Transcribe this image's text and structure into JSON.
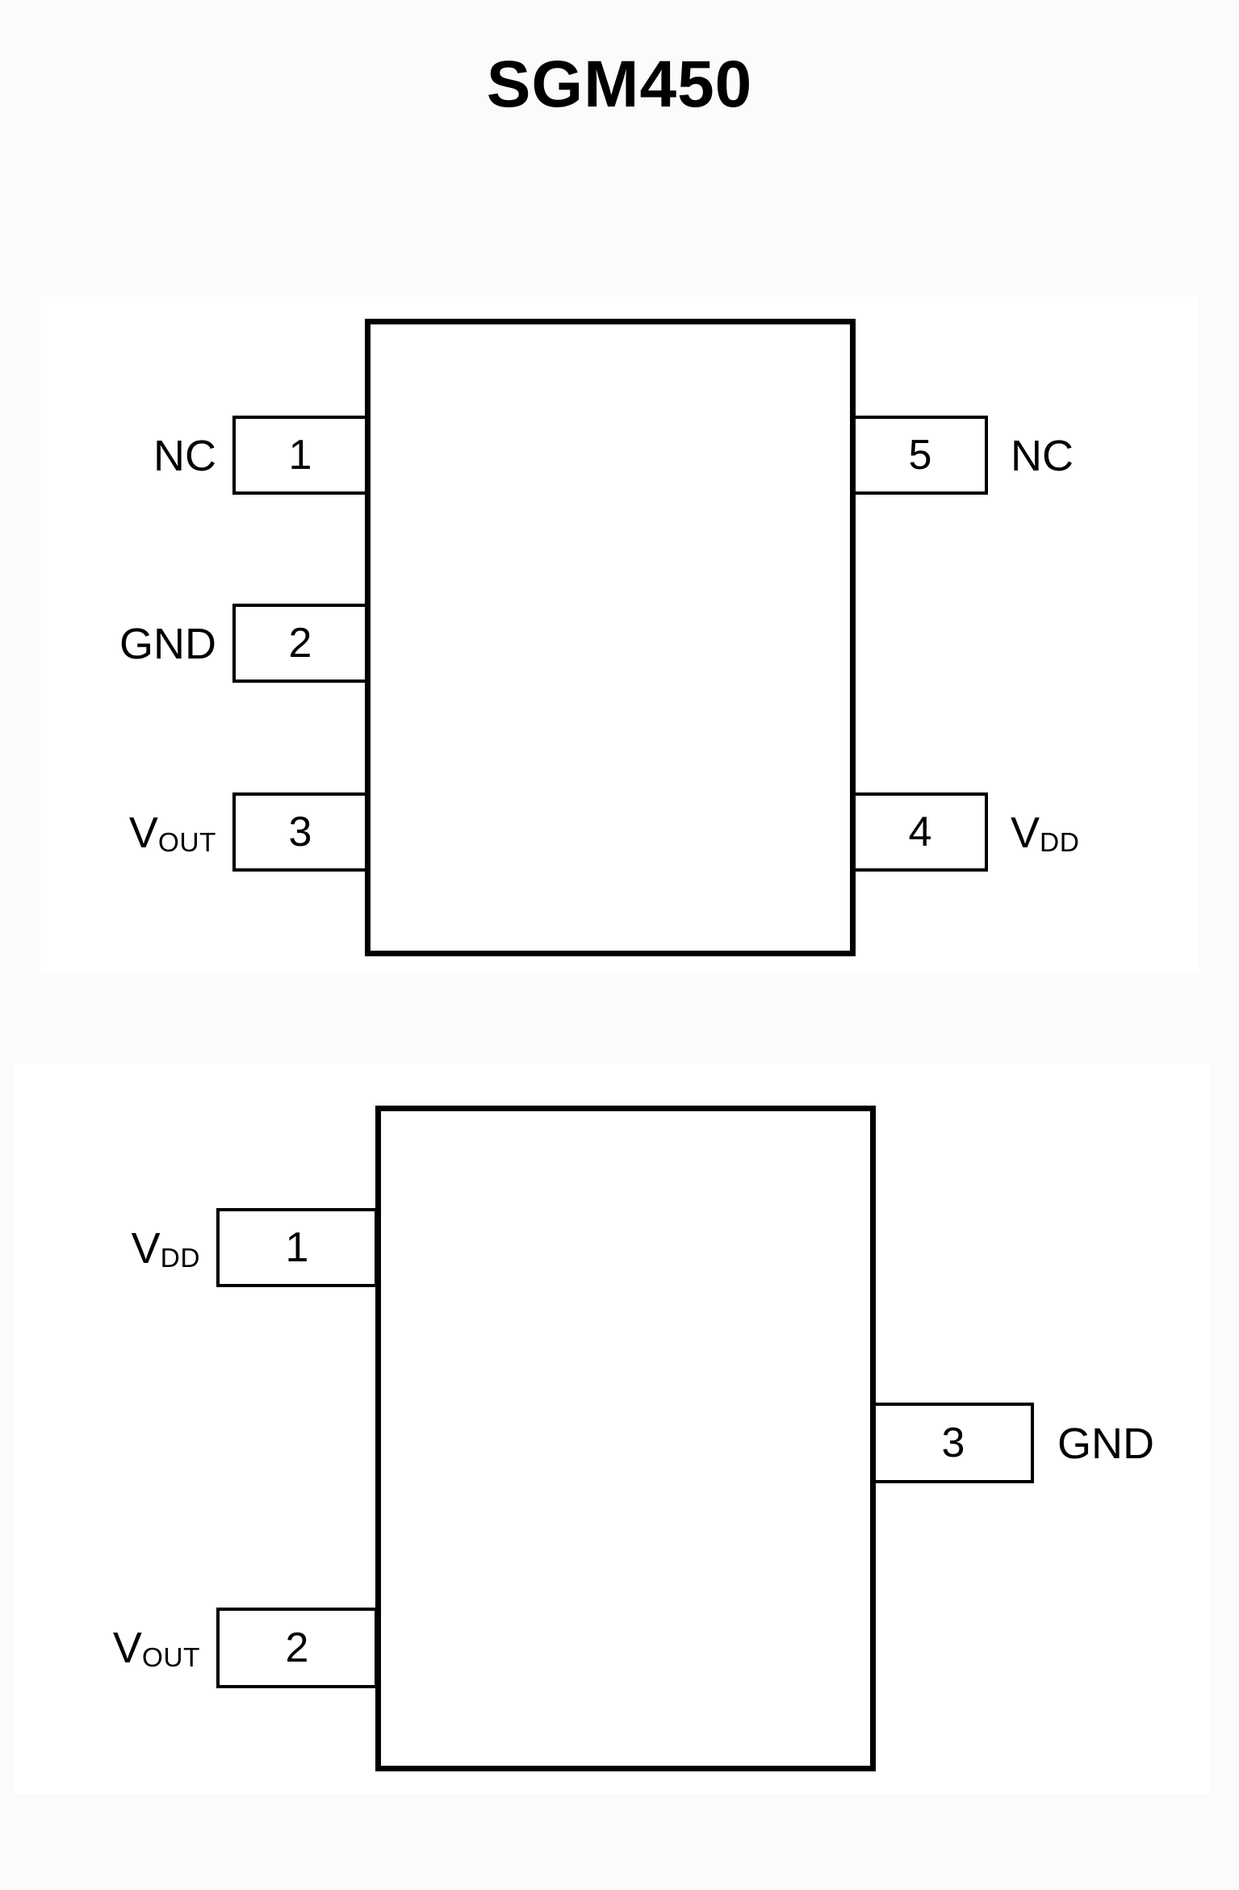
{
  "title": "SGM450",
  "packages": [
    {
      "id": "5-pin",
      "pins": [
        {
          "number": "1",
          "name": "NC",
          "base": "NC",
          "sub": "",
          "side": "left"
        },
        {
          "number": "2",
          "name": "GND",
          "base": "GND",
          "sub": "",
          "side": "left"
        },
        {
          "number": "3",
          "name": "VOUT",
          "base": "V",
          "sub": "OUT",
          "side": "left"
        },
        {
          "number": "5",
          "name": "NC",
          "base": "NC",
          "sub": "",
          "side": "right"
        },
        {
          "number": "4",
          "name": "VDD",
          "base": "V",
          "sub": "DD",
          "side": "right"
        }
      ]
    },
    {
      "id": "3-pin",
      "pins": [
        {
          "number": "1",
          "name": "VDD",
          "base": "V",
          "sub": "DD",
          "side": "left"
        },
        {
          "number": "2",
          "name": "VOUT",
          "base": "V",
          "sub": "OUT",
          "side": "left"
        },
        {
          "number": "3",
          "name": "GND",
          "base": "GND",
          "sub": "",
          "side": "right"
        }
      ]
    }
  ],
  "colors": {
    "outline": "#000000",
    "background": "#ffffff",
    "page": "#fbfbfb"
  }
}
